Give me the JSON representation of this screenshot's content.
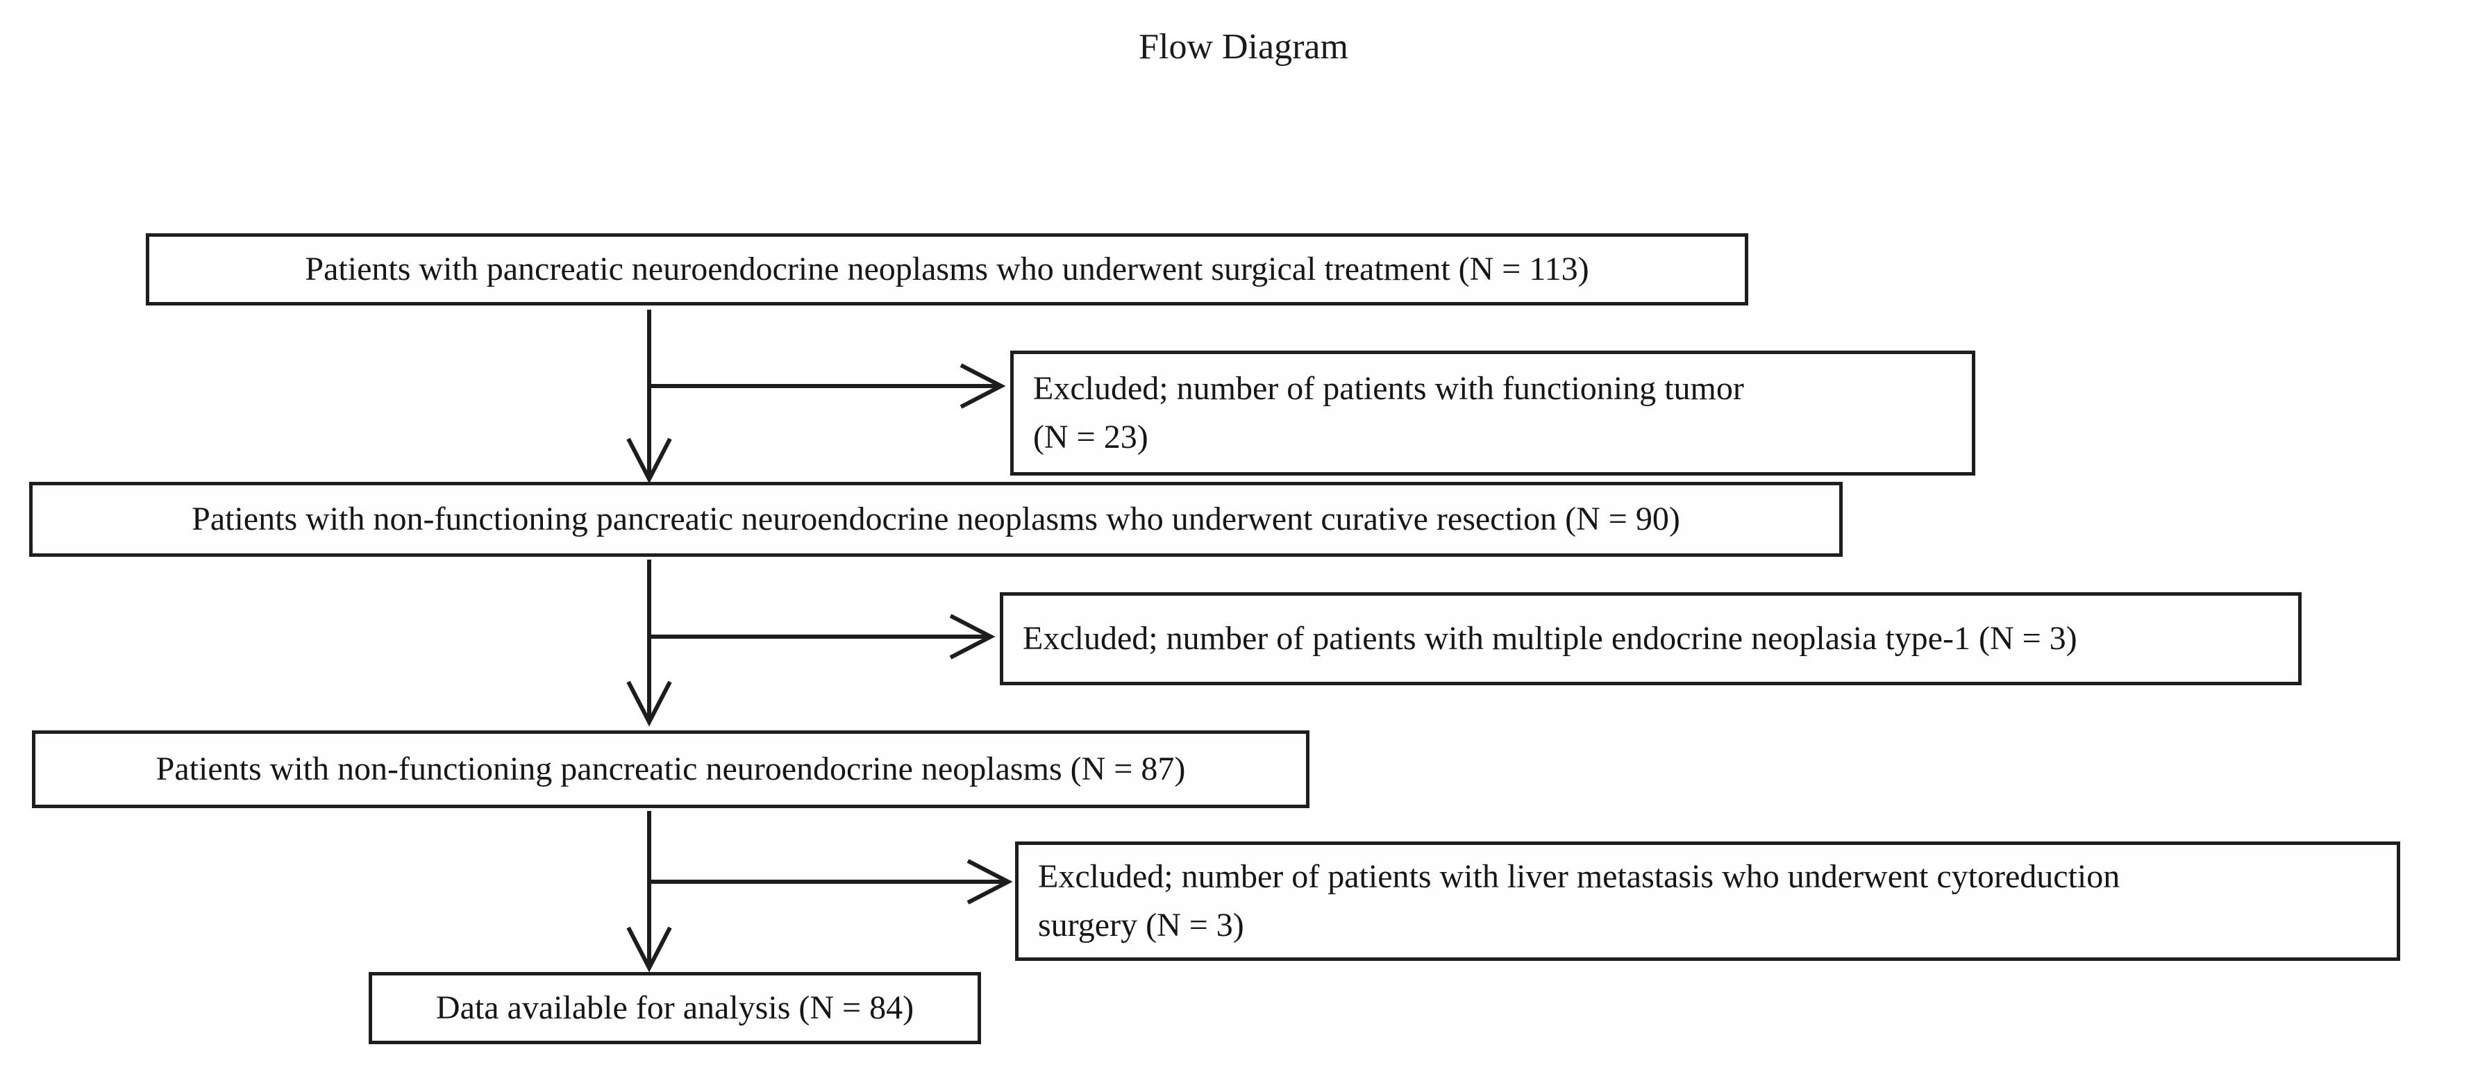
{
  "title": "Flow Diagram",
  "colors": {
    "ink": "#1d1d1d",
    "box_border": "#1e1e1e",
    "background": "#ffffff"
  },
  "flow": {
    "main": [
      {
        "id": "surgical-treatment",
        "n": 113,
        "text": "Patients with pancreatic neuroendocrine neoplasms who underwent surgical treatment (N = 113)"
      },
      {
        "id": "curative-resection",
        "n": 90,
        "text": "Patients with non-functioning pancreatic neuroendocrine neoplasms who underwent curative resection (N = 90)"
      },
      {
        "id": "nonfunctioning-pnen",
        "n": 87,
        "text": "Patients with non-functioning pancreatic neuroendocrine neoplasms (N = 87)"
      },
      {
        "id": "data-available",
        "n": 84,
        "text": "Data available for analysis (N = 84)"
      }
    ],
    "exclusions": [
      {
        "id": "excluded-functioning-tumor",
        "n": 23,
        "text": "Excluded; number of patients with functioning tumor (N = 23)",
        "lines": [
          "Excluded; number of patients with functioning tumor",
          "(N = 23)"
        ]
      },
      {
        "id": "excluded-men1",
        "n": 3,
        "text": "Excluded; number of patients with multiple endocrine neoplasia type-1 (N = 3)",
        "lines": [
          "Excluded; number of patients with multiple endocrine neoplasia type-1 (N = 3)"
        ]
      },
      {
        "id": "excluded-liver-metastasis",
        "n": 3,
        "text": "Excluded; number of patients with liver metastasis who underwent cytoreduction surgery (N = 3)",
        "lines": [
          "Excluded; number of patients with liver metastasis who underwent cytoreduction",
          "surgery (N = 3)"
        ]
      }
    ],
    "edges": [
      {
        "from": "surgical-treatment",
        "to": "curative-resection"
      },
      {
        "from": "surgical-treatment",
        "to": "excluded-functioning-tumor"
      },
      {
        "from": "curative-resection",
        "to": "nonfunctioning-pnen"
      },
      {
        "from": "curative-resection",
        "to": "excluded-men1"
      },
      {
        "from": "nonfunctioning-pnen",
        "to": "data-available"
      },
      {
        "from": "nonfunctioning-pnen",
        "to": "excluded-liver-metastasis"
      }
    ]
  }
}
